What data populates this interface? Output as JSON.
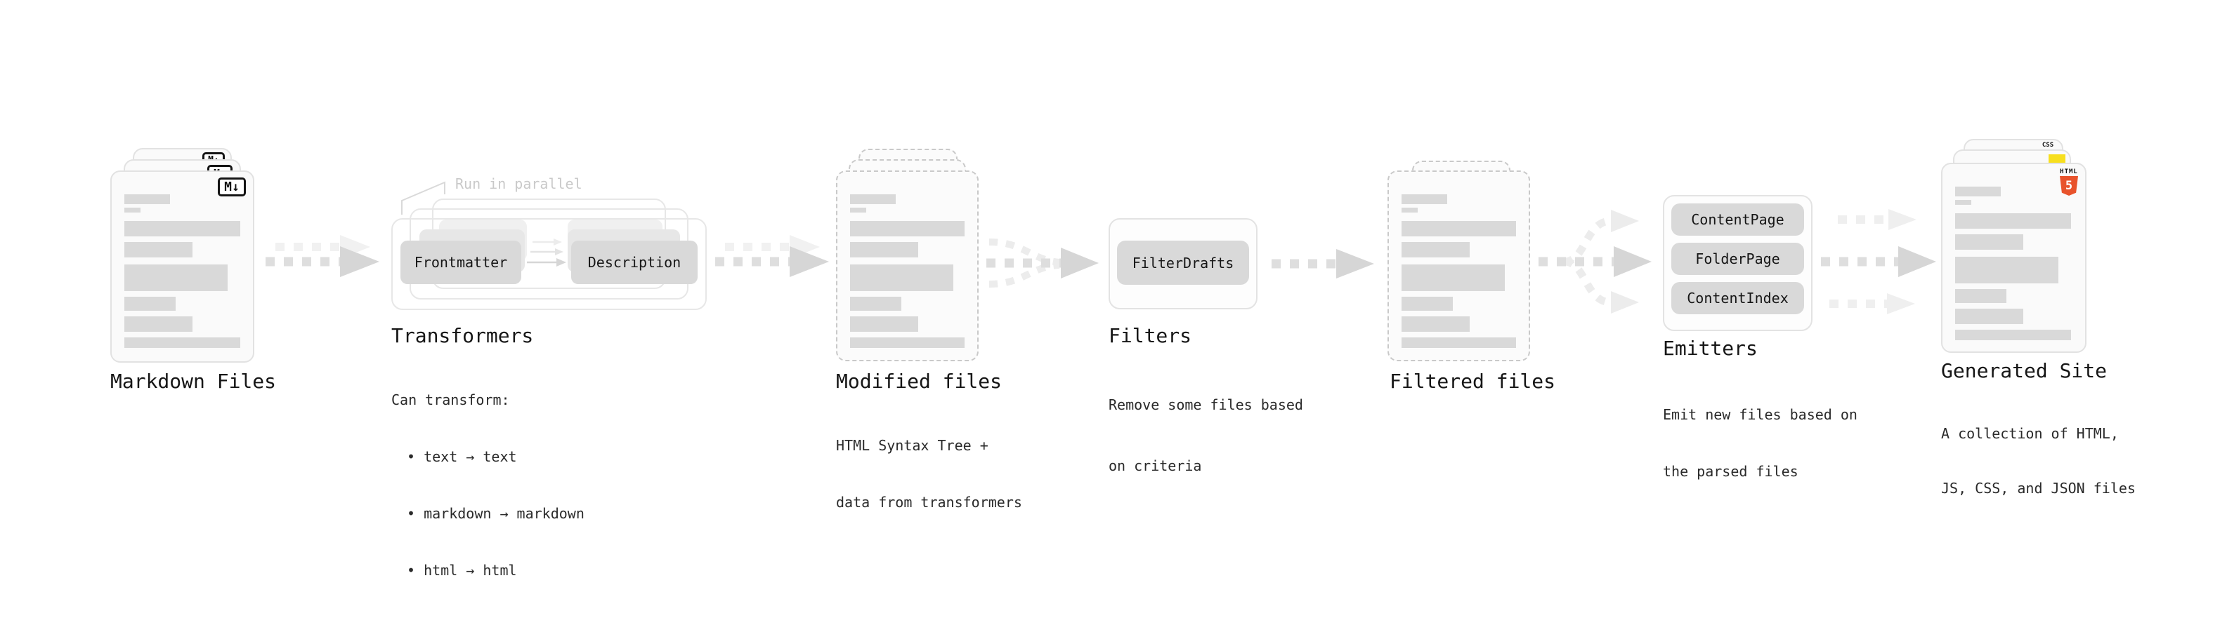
{
  "stages": {
    "markdown_files": {
      "label": "Markdown Files",
      "file_badge": "M↓"
    },
    "transformers": {
      "title": "Transformers",
      "annotation": "Run in parallel",
      "buttons": [
        "Frontmatter",
        "Description"
      ],
      "description": [
        "Can transform:",
        "• text → text",
        "• markdown → markdown",
        "• html → html"
      ]
    },
    "modified_files": {
      "label": "Modified files",
      "description": [
        "HTML Syntax Tree +",
        "data from transformers"
      ]
    },
    "filters": {
      "title": "Filters",
      "buttons": [
        "FilterDrafts"
      ],
      "description": [
        "Remove some files based",
        "on criteria"
      ]
    },
    "filtered_files": {
      "label": "Filtered files"
    },
    "emitters": {
      "title": "Emitters",
      "buttons": [
        "ContentPage",
        "FolderPage",
        "ContentIndex"
      ],
      "description": [
        "Emit new files based on",
        "the parsed files"
      ]
    },
    "generated_site": {
      "label": "Generated Site",
      "description": [
        "A collection of HTML,",
        "JS, CSS, and JSON files"
      ],
      "badges": {
        "html_label": "HTML",
        "html_number": "5",
        "css_label": "CSS"
      }
    }
  },
  "colors": {
    "html5_orange": "#e8532c",
    "css_blue": "#2b63f6",
    "js_yellow": "#f7df1e",
    "button_gray": "#d9d9d9",
    "arrow_gray": "#dedede"
  }
}
